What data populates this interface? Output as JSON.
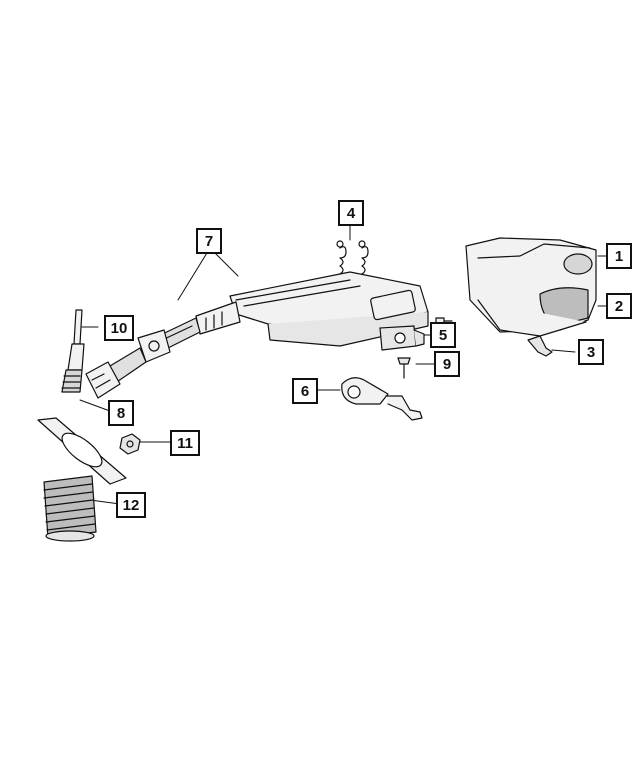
{
  "callouts": {
    "c1": "1",
    "c2": "2",
    "c3": "3",
    "c4": "4",
    "c5": "5",
    "c6": "6",
    "c7": "7",
    "c8": "8",
    "c9": "9",
    "c10": "10",
    "c11": "11",
    "c12": "12"
  },
  "colors": {
    "line": "#111111",
    "part_fill": "#f2f2f2",
    "part_shade": "#9a9a9a"
  }
}
